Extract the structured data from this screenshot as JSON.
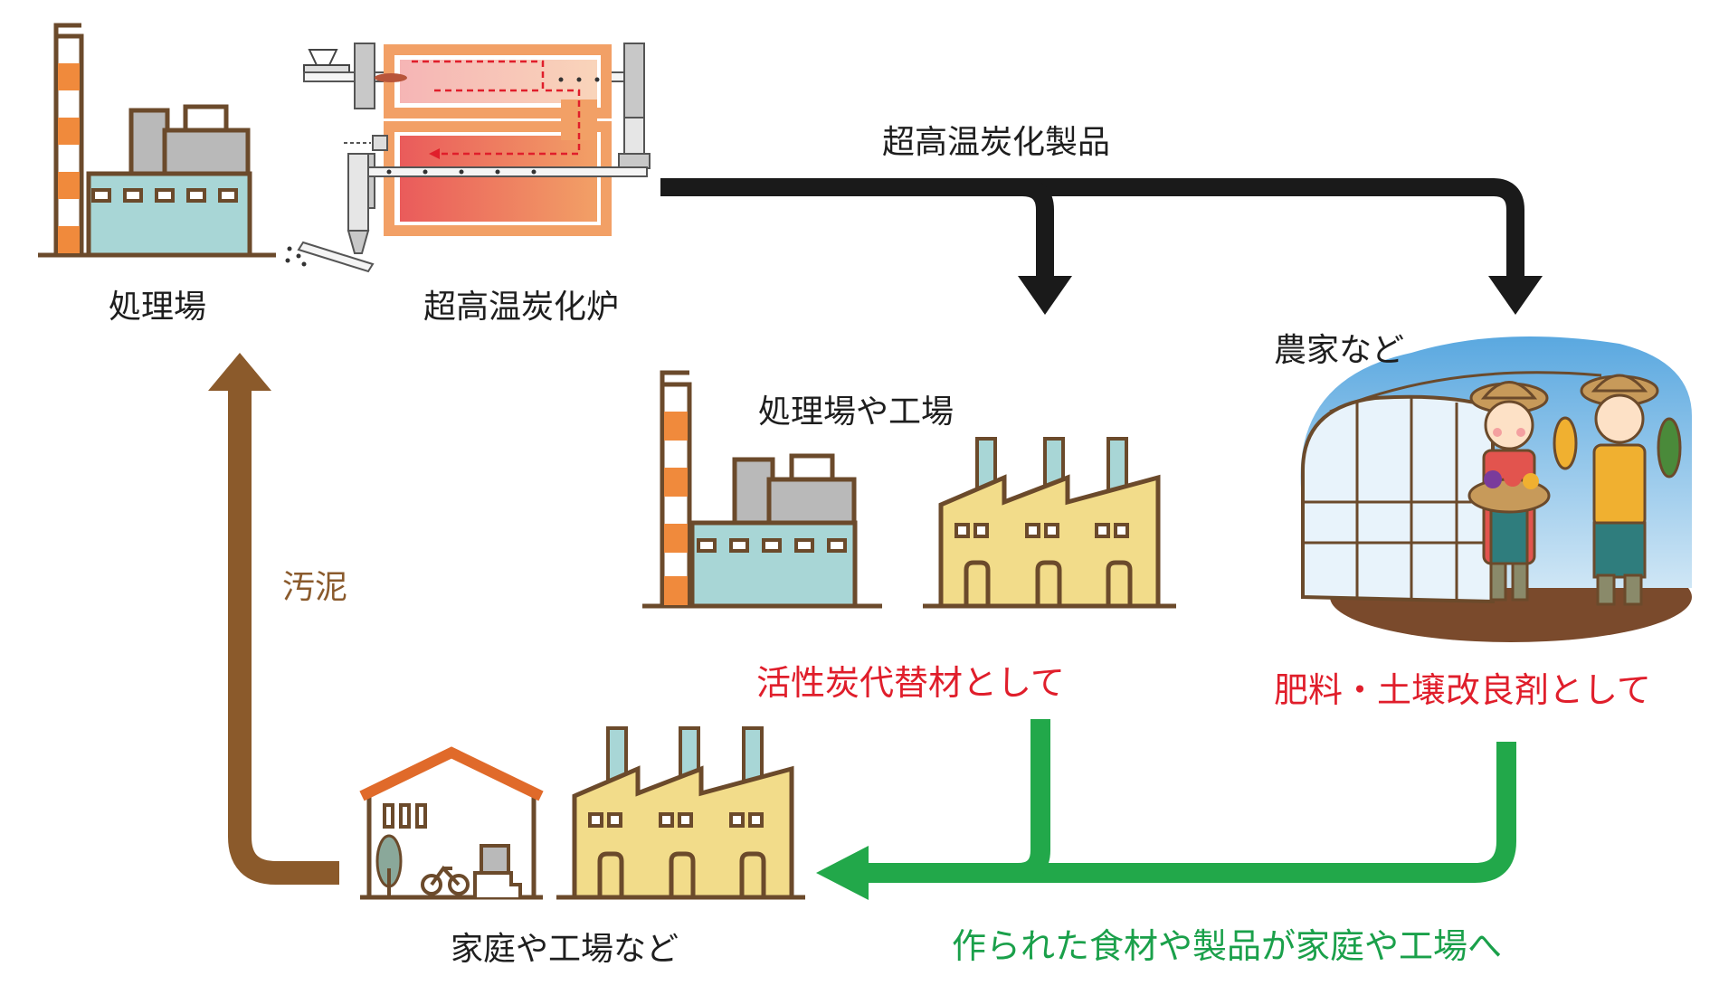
{
  "labels": {
    "plant_top": "処理場",
    "furnace": "超高温炭化炉",
    "product": "超高温炭化製品",
    "farmers": "農家など",
    "plants_factories": "処理場や工場",
    "activated_carbon": "活性炭代替材として",
    "fertilizer": "肥料・土壌改良剤として",
    "sludge": "汚泥",
    "homes_factories": "家庭や工場など",
    "return_flow": "作られた食材や製品が家庭や工場へ"
  },
  "colors": {
    "black_arrow": "#1a1a1a",
    "green_arrow": "#22a84a",
    "brown_arrow": "#8b5a2b",
    "accent_red": "#e01e2b",
    "factory_yellow": "#f2dc8a",
    "plant_blue": "#a8d6d6",
    "chimney_orange": "#f08a3c",
    "outline": "#6b4a2b"
  }
}
